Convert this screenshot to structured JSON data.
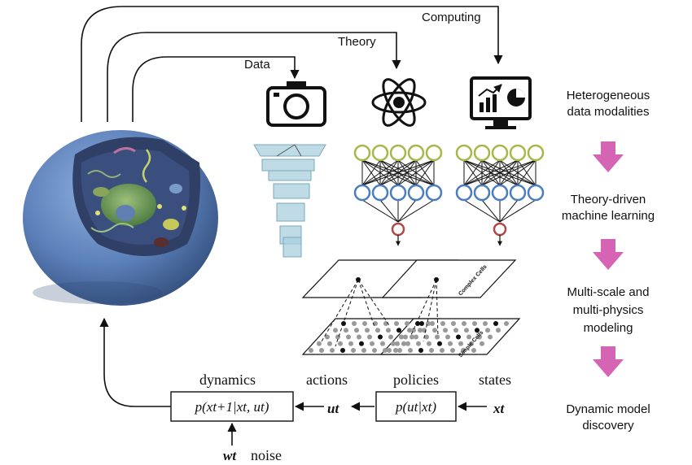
{
  "inputs": {
    "computing": "Computing",
    "theory": "Theory",
    "data": "Data"
  },
  "steps": [
    {
      "line1": "Heterogeneous",
      "line2": "data modalities"
    },
    {
      "line1": "Theory-driven",
      "line2": "machine learning"
    },
    {
      "line1": "Multi-scale and",
      "line2": "multi-physics",
      "line3": "modeling"
    },
    {
      "line1": "Dynamic model",
      "line2": "discovery"
    }
  ],
  "cells": {
    "complex": "Complex Cells",
    "simple": "Simple Cells"
  },
  "control_loop": {
    "dynamics_label": "dynamics",
    "actions_label": "actions",
    "policies_label": "policies",
    "states_label": "states",
    "noise_label": "noise",
    "dynamics_expr": "p(xt+1|xt, ut)",
    "policies_expr": "p(ut|xt)",
    "action_symbol": "ut",
    "state_symbol": "xt",
    "noise_symbol": "wt"
  },
  "colors": {
    "arrow_pink": "#d664b4",
    "node_green": "#a8b64a",
    "node_blue": "#4a7cc0",
    "node_red": "#b04848",
    "cell_blue": "#5b7fb8",
    "cnn_blue": "#a9d0de"
  },
  "icons": [
    "camera-icon",
    "atom-icon",
    "monitor-chart-icon",
    "cell-illustration"
  ]
}
